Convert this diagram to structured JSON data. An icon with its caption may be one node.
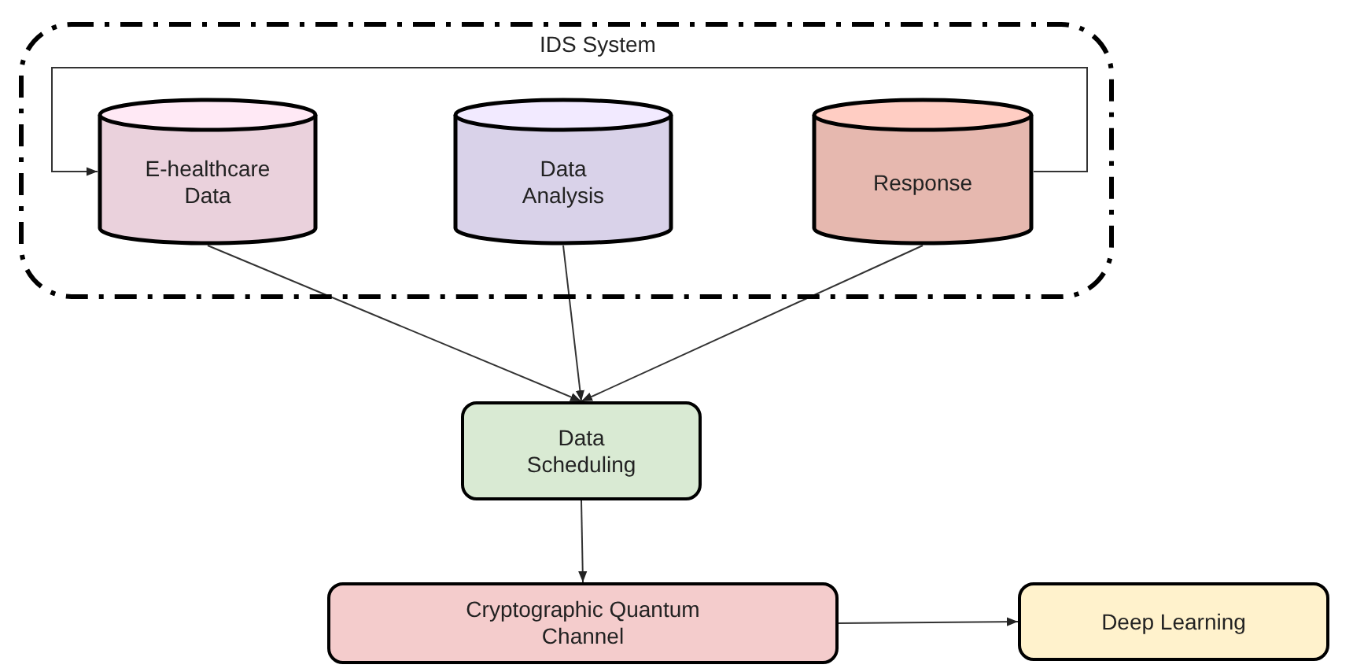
{
  "diagram": {
    "nodes": [
      {
        "text": [
          "IDS System"
        ]
      },
      {
        "text": [
          "E-healthcare Data"
        ],
        "in": 0
      },
      {
        "text": [
          "Data Analysis"
        ],
        "in": 0
      },
      {
        "text": [
          "Response"
        ],
        "in": 0
      },
      {
        "text": [
          "Data Scheduling"
        ]
      },
      {
        "text": [
          "Cryptographic Quantum Channel"
        ]
      },
      {
        "text": [
          "Deep Learning"
        ]
      }
    ],
    "edges": [
      {
        "from": 3,
        "to": 1,
        "arrow": "to"
      },
      {
        "from": 1,
        "to": 4,
        "arrow": "to"
      },
      {
        "from": 2,
        "to": 4,
        "arrow": "to"
      },
      {
        "from": 3,
        "to": 4,
        "arrow": "to"
      },
      {
        "from": 4,
        "to": 5,
        "arrow": "to"
      },
      {
        "from": 5,
        "to": 6,
        "arrow": "to"
      }
    ]
  }
}
